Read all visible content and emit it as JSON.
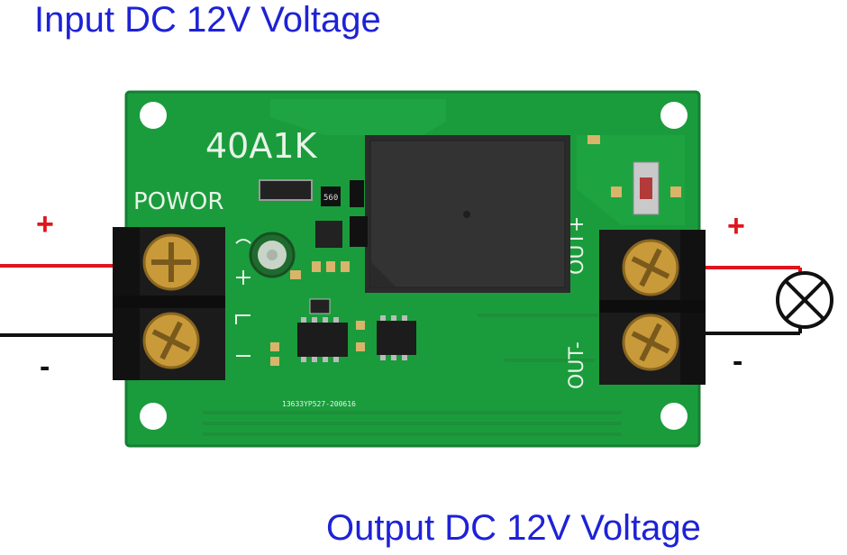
{
  "captions": {
    "input": "Input DC 12V Voltage",
    "output": "Output DC 12V Voltage"
  },
  "board": {
    "model": "40A1K",
    "power_label": "POWOR",
    "out_plus": "OUT+",
    "out_minus": "OUT-",
    "serial": "13633YP527-200616",
    "resistor_code": "560"
  },
  "signs": {
    "input_plus": "+",
    "input_minus": "-",
    "output_plus": "+",
    "output_minus": "-"
  },
  "colors": {
    "caption": "#1e22d6",
    "pcb": "#1a9c3c",
    "positive_wire": "#e0141c",
    "negative_wire": "#111111"
  },
  "icons": [
    "lamp-icon",
    "screw-terminal-icon",
    "relay-icon",
    "capacitor-icon"
  ]
}
